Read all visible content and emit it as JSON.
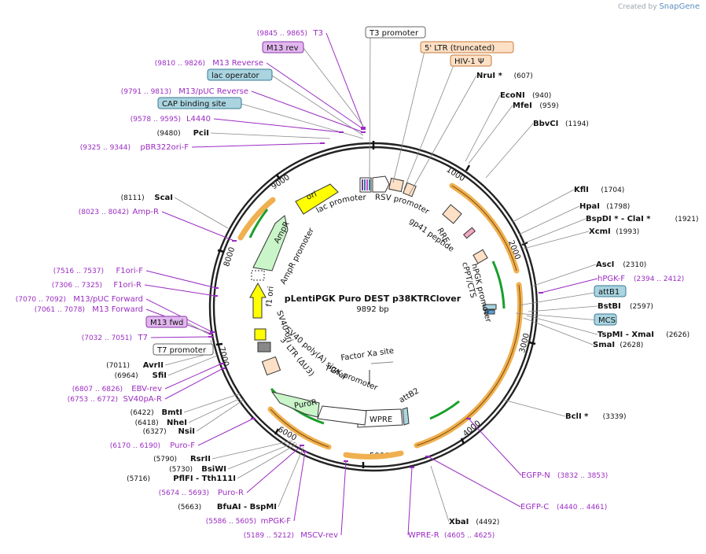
{
  "credit": {
    "prefix": "Created by",
    "brand": "SnapGene"
  },
  "plasmid": {
    "name": "pLentiPGK Puro DEST p38KTRClover",
    "size_label": "9892 bp"
  },
  "ticks": [
    "1000",
    "2000",
    "3000",
    "4000",
    "5000",
    "6000",
    "7000",
    "8000",
    "9000"
  ],
  "labels": {
    "right": [
      {
        "kind": "box",
        "name": "T3 promoter",
        "fill": "#ffffff",
        "stroke": "#666666"
      },
      {
        "kind": "box",
        "name": "5' LTR (truncated)",
        "fill": "#fde0c5",
        "stroke": "#c87a3c"
      },
      {
        "kind": "box",
        "name": "HIV-1 Ψ",
        "fill": "#fde0c5",
        "stroke": "#c87a3c"
      },
      {
        "kind": "site",
        "name": "NruI *",
        "pos": "(607)"
      },
      {
        "kind": "site",
        "name": "EcoNI",
        "pos": "(940)"
      },
      {
        "kind": "site",
        "name": "MfeI",
        "pos": "(959)"
      },
      {
        "kind": "site",
        "name": "BbvCI",
        "pos": "(1194)"
      },
      {
        "kind": "site",
        "name": "KflI",
        "pos": "(1704)"
      },
      {
        "kind": "site",
        "name": "HpaI",
        "pos": "(1798)"
      },
      {
        "kind": "site",
        "name": "BspDI * - ClaI *",
        "pos": "(1921)"
      },
      {
        "kind": "site",
        "name": "XcmI",
        "pos": "(1993)"
      },
      {
        "kind": "site",
        "name": "AscI",
        "pos": "(2310)"
      },
      {
        "kind": "primer",
        "name": "hPGK-F",
        "pos": "(2394 .. 2412)"
      },
      {
        "kind": "box",
        "name": "attB1",
        "fill": "#a9d4e0",
        "stroke": "#3a7a92"
      },
      {
        "kind": "site",
        "name": "BstBI",
        "pos": "(2597)"
      },
      {
        "kind": "box",
        "name": "MCS",
        "fill": "#a9d4e0",
        "stroke": "#3a7a92"
      },
      {
        "kind": "site",
        "name": "TspMI - XmaI",
        "pos": "(2626)"
      },
      {
        "kind": "site",
        "name": "SmaI",
        "pos": "(2628)"
      },
      {
        "kind": "site",
        "name": "BclI *",
        "pos": "(3339)"
      },
      {
        "kind": "primer",
        "name": "EGFP-N",
        "pos": "(3832 .. 3853)"
      },
      {
        "kind": "primer",
        "name": "EGFP-C",
        "pos": "(4440 .. 4461)"
      },
      {
        "kind": "site",
        "name": "XbaI",
        "pos": "(4492)"
      },
      {
        "kind": "primer",
        "name": "WPRE-R",
        "pos": "(4605 .. 4625)"
      }
    ],
    "left": [
      {
        "kind": "primer",
        "name": "T3",
        "pos": "(9845 .. 9865)"
      },
      {
        "kind": "box",
        "name": "M13 rev",
        "fill": "#e2b6ef",
        "stroke": "#8b3aa8"
      },
      {
        "kind": "primer",
        "name": "M13 Reverse",
        "pos": "(9810 .. 9826)"
      },
      {
        "kind": "box",
        "name": "lac operator",
        "fill": "#a9d4e0",
        "stroke": "#3a7a92"
      },
      {
        "kind": "primer",
        "name": "M13/pUC Reverse",
        "pos": "(9791 .. 9813)"
      },
      {
        "kind": "box",
        "name": "CAP binding site",
        "fill": "#a9d4e0",
        "stroke": "#3a7a92"
      },
      {
        "kind": "primer",
        "name": "L4440",
        "pos": "(9578 .. 9595)"
      },
      {
        "kind": "site",
        "name": "PciI",
        "pos": "(9480)"
      },
      {
        "kind": "primer",
        "name": "pBR322ori-F",
        "pos": "(9325 .. 9344)"
      },
      {
        "kind": "site",
        "name": "ScaI",
        "pos": "(8111)"
      },
      {
        "kind": "primer",
        "name": "Amp-R",
        "pos": "(8023 .. 8042)"
      },
      {
        "kind": "primer",
        "name": "F1ori-F",
        "pos": "(7516 .. 7537)"
      },
      {
        "kind": "primer",
        "name": "F1ori-R",
        "pos": "(7306 .. 7325)"
      },
      {
        "kind": "primer",
        "name": "M13/pUC Forward",
        "pos": "(7070 .. 7092)"
      },
      {
        "kind": "primer",
        "name": "M13 Forward",
        "pos": "(7061 .. 7078)"
      },
      {
        "kind": "box",
        "name": "M13 fwd",
        "fill": "#e2b6ef",
        "stroke": "#8b3aa8"
      },
      {
        "kind": "primer",
        "name": "T7",
        "pos": "(7032 .. 7051)"
      },
      {
        "kind": "box",
        "name": "T7 promoter",
        "fill": "#ffffff",
        "stroke": "#666666"
      },
      {
        "kind": "site",
        "name": "AvrII",
        "pos": "(7011)"
      },
      {
        "kind": "site",
        "name": "SfiI",
        "pos": "(6964)"
      },
      {
        "kind": "primer",
        "name": "EBV-rev",
        "pos": "(6807 .. 6826)"
      },
      {
        "kind": "primer",
        "name": "SV40pA-R",
        "pos": "(6753 .. 6772)"
      },
      {
        "kind": "site",
        "name": "BmtI",
        "pos": "(6422)"
      },
      {
        "kind": "site",
        "name": "NheI",
        "pos": "(6418)"
      },
      {
        "kind": "site",
        "name": "NsiI",
        "pos": "(6327)"
      },
      {
        "kind": "primer",
        "name": "Puro-F",
        "pos": "(6170 .. 6190)"
      },
      {
        "kind": "site",
        "name": "RsrII",
        "pos": "(5790)"
      },
      {
        "kind": "site",
        "name": "BsiWI",
        "pos": "(5730)"
      },
      {
        "kind": "site",
        "name": "PflFI - Tth111I",
        "pos": "(5716)"
      },
      {
        "kind": "primer",
        "name": "Puro-R",
        "pos": "(5674 .. 5693)"
      },
      {
        "kind": "site",
        "name": "BfuAI - BspMI",
        "pos": "(5663)"
      },
      {
        "kind": "primer",
        "name": "mPGK-F",
        "pos": "(5586 .. 5605)"
      },
      {
        "kind": "primer",
        "name": "MSCV-rev",
        "pos": "(5189 .. 5212)"
      }
    ]
  },
  "features": [
    {
      "name": "ori",
      "fill": "#ffff00"
    },
    {
      "name": "lac promoter",
      "fill": "#ffffff"
    },
    {
      "name": "RSV promoter",
      "fill": "#ffffff"
    },
    {
      "name": "RRE",
      "fill": "#fde0c5"
    },
    {
      "name": "gp41 peptide",
      "fill": "#f3a6c0"
    },
    {
      "name": "cPPT/CTS",
      "fill": "#fde0c5"
    },
    {
      "name": "hPGK promoter",
      "fill": "#ffffff"
    },
    {
      "name": "attB2",
      "fill": "#a9d4e0"
    },
    {
      "name": "WPRE",
      "fill": "#ffffff"
    },
    {
      "name": "Factor Xa site",
      "fill": "#ffffff"
    },
    {
      "name": "PGK promoter",
      "fill": "#ffffff"
    },
    {
      "name": "PuroR",
      "fill": "#c9f5c9"
    },
    {
      "name": "SV40 poly(A) signal",
      "fill": "#ffffff"
    },
    {
      "name": "3' LTR (ΔU3)",
      "fill": "#fde0c5"
    },
    {
      "name": "SV40 ori",
      "fill": "#ffffff"
    },
    {
      "name": "f1 ori",
      "fill": "#ffff00"
    },
    {
      "name": "AmpR promoter",
      "fill": "#ffffff"
    },
    {
      "name": "AmpR",
      "fill": "#c9f5c9"
    }
  ],
  "colors": {
    "backbone": "#222222",
    "primer": "#9b2cc2",
    "site": "#111111",
    "orf": "#f0b04f",
    "gfp": "#1a9f2a"
  }
}
